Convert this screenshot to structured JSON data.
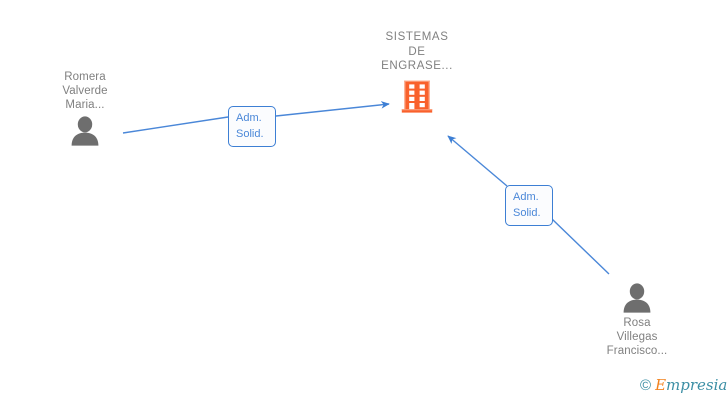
{
  "graph": {
    "company": {
      "name": "SISTEMAS\nDE\nENGRASE...",
      "icon": "office-building-icon",
      "icon_color": "#f9612c"
    },
    "persons": [
      {
        "name": "Romera\nValverde\nMaria...",
        "icon": "person-avatar-icon",
        "icon_color": "#6e6e6e",
        "position": "left"
      },
      {
        "name": "Rosa\nVillegas\nFrancisco...",
        "icon": "person-avatar-icon",
        "icon_color": "#6e6e6e",
        "position": "bottom-right"
      }
    ],
    "relations": [
      {
        "label": "Adm.\nSolid.",
        "from": "Romera Valverde Maria...",
        "to": "SISTEMAS DE ENGRASE..."
      },
      {
        "label": "Adm.\nSolid.",
        "from": "Rosa Villegas Francisco...",
        "to": "SISTEMAS DE ENGRASE..."
      }
    ],
    "edge_color": "#4a87d8",
    "text_color": "#808080"
  },
  "watermark": {
    "copyright": "©",
    "brand_first_letter": "E",
    "brand_rest": "mpresia"
  }
}
